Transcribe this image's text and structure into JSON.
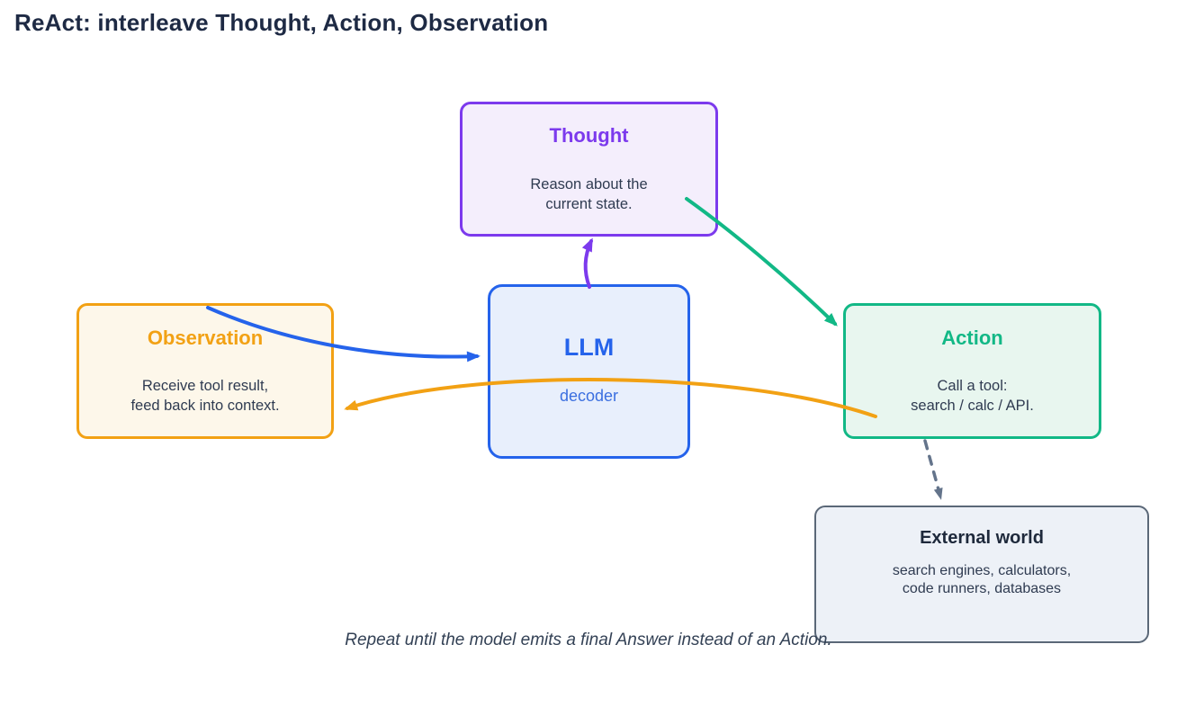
{
  "title": "ReAct: interleave Thought, Action, Observation",
  "caption": "Repeat until the model emits a final Answer instead of an Action.",
  "nodes": {
    "thought": {
      "title": "Thought",
      "body_line1": "Reason about the",
      "body_line2": "current state.",
      "border_color": "#7c3aed",
      "bg_color": "#f4eefc"
    },
    "llm": {
      "title": "LLM",
      "subtitle": "decoder",
      "border_color": "#2563eb",
      "bg_color": "#e8effc"
    },
    "observation": {
      "title": "Observation",
      "body_line1": "Receive tool result,",
      "body_line2": "feed back into context.",
      "border_color": "#f2a114",
      "bg_color": "#fdf7ea"
    },
    "action": {
      "title": "Action",
      "body_line1": "Call a tool:",
      "body_line2": "search / calc / API.",
      "border_color": "#12b886",
      "bg_color": "#e8f6ef"
    },
    "external": {
      "title": "External world",
      "body_line1": "search engines, calculators,",
      "body_line2": "code runners, databases",
      "border_color": "#5b6878",
      "bg_color": "#edf1f7"
    }
  },
  "edges": {
    "llm_to_thought": {
      "from": "LLM",
      "to": "Thought",
      "style": "solid",
      "color": "#7c3aed"
    },
    "thought_to_action": {
      "from": "Thought",
      "to": "Action",
      "style": "solid",
      "color": "#12b886"
    },
    "observation_to_llm": {
      "from": "Observation",
      "to": "LLM",
      "style": "solid",
      "color": "#2563eb"
    },
    "action_to_observation": {
      "from": "Action",
      "to": "Observation",
      "style": "solid",
      "color": "#f2a114"
    },
    "action_to_external": {
      "from": "Action",
      "to": "External world",
      "style": "dashed",
      "color": "#64748b"
    }
  },
  "palette": {
    "title_text": "#1e2a44",
    "body_text": "#2f3b51",
    "caption_text": "#334155",
    "background": "#ffffff"
  }
}
